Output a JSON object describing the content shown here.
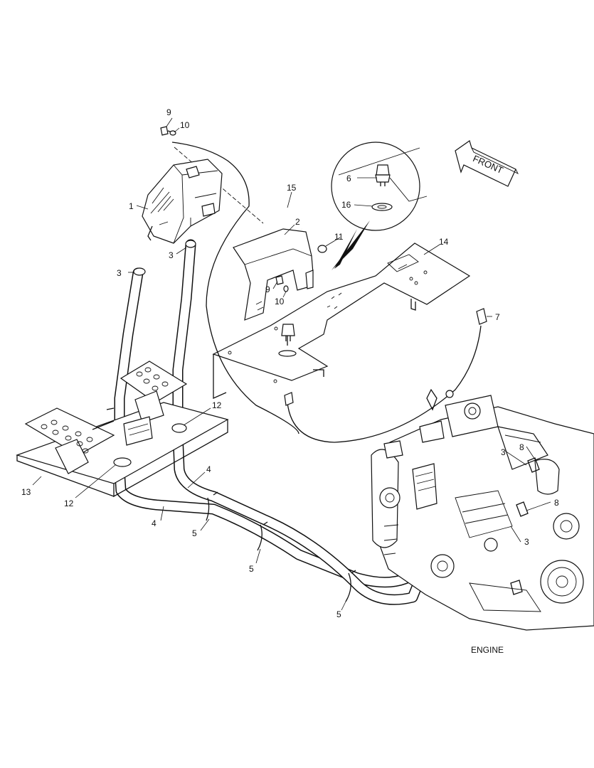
{
  "direction_arrow": {
    "label": "FRONT"
  },
  "engine_label": "ENGINE",
  "callouts": [
    {
      "id": "c-1",
      "text": "1"
    },
    {
      "id": "c-2",
      "text": "2"
    },
    {
      "id": "c-3a",
      "text": "3"
    },
    {
      "id": "c-3b",
      "text": "3"
    },
    {
      "id": "c-3c",
      "text": "3"
    },
    {
      "id": "c-3d",
      "text": "3"
    },
    {
      "id": "c-4a",
      "text": "4"
    },
    {
      "id": "c-4b",
      "text": "4"
    },
    {
      "id": "c-5a",
      "text": "5"
    },
    {
      "id": "c-5b",
      "text": "5"
    },
    {
      "id": "c-5c",
      "text": "5"
    },
    {
      "id": "c-6",
      "text": "6"
    },
    {
      "id": "c-7",
      "text": "7"
    },
    {
      "id": "c-8a",
      "text": "8"
    },
    {
      "id": "c-8b",
      "text": "8"
    },
    {
      "id": "c-9a",
      "text": "9"
    },
    {
      "id": "c-9b",
      "text": "9"
    },
    {
      "id": "c-10a",
      "text": "10"
    },
    {
      "id": "c-10b",
      "text": "10"
    },
    {
      "id": "c-11",
      "text": "11"
    },
    {
      "id": "c-12a",
      "text": "12"
    },
    {
      "id": "c-12b",
      "text": "12"
    },
    {
      "id": "c-13",
      "text": "13"
    },
    {
      "id": "c-14",
      "text": "14"
    },
    {
      "id": "c-15",
      "text": "15"
    },
    {
      "id": "c-16",
      "text": "16"
    }
  ]
}
